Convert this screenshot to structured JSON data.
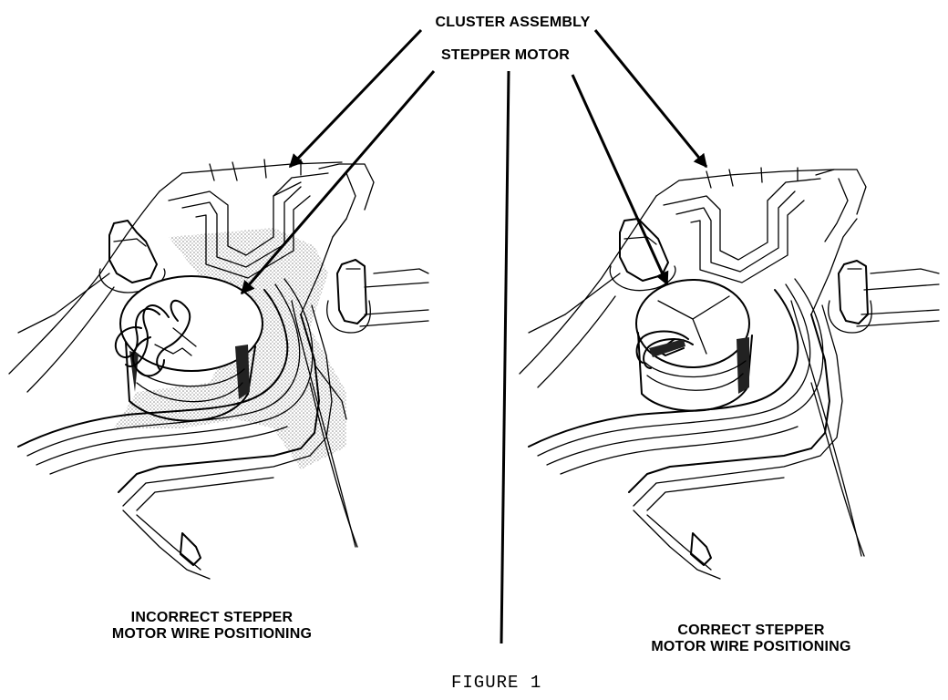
{
  "labels": {
    "cluster_assembly": "CLUSTER ASSEMBLY",
    "stepper_motor": "STEPPER MOTOR",
    "incorrect_line1": "INCORRECT STEPPER",
    "incorrect_line2": "MOTOR WIRE POSITIONING",
    "correct_line1": "CORRECT STEPPER",
    "correct_line2": "MOTOR WIRE POSITIONING"
  },
  "caption": "FIGURE 1"
}
